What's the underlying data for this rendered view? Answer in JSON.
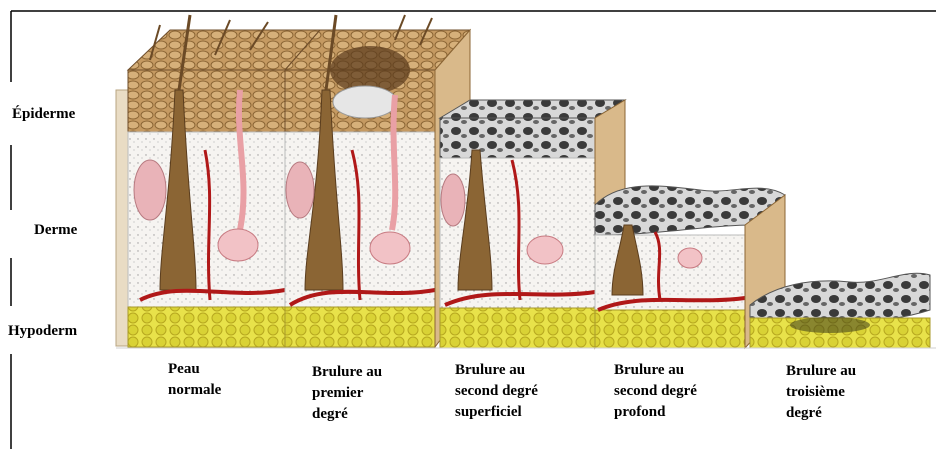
{
  "layer_labels": {
    "epidermis": "Épiderme",
    "dermis": "Derme",
    "hypodermis": "Hypoderm"
  },
  "stages": [
    {
      "caption": "Peau\nnormale"
    },
    {
      "caption": "Brulure au\npremier\ndegré"
    },
    {
      "caption": "Brulure au\nsecond degré\nsuperficiel"
    },
    {
      "caption": "Brulure au\nsecond degré\nprofond"
    },
    {
      "caption": "Brulure au\ntroisième\ndegré"
    }
  ],
  "colors": {
    "frame_line": "#000000",
    "epidermis": "#b48a58",
    "dermis": "#f5f3f0",
    "hypodermis": "#e8e24a",
    "vessel": "#b01818",
    "hair": "#6b4a26",
    "gland": "#e9b3b8",
    "char": "#2a2a2a",
    "side_face": "#d9b98a"
  }
}
